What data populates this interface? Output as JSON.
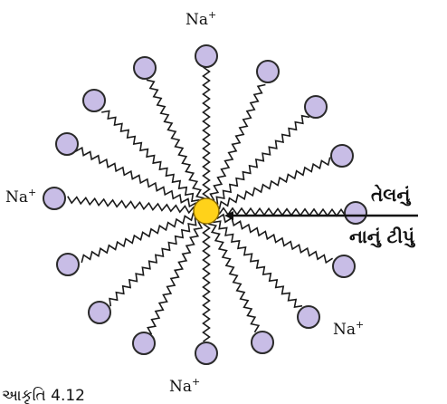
{
  "ion_label": "Na",
  "ion_charge": "+",
  "oil_label_line1": "તેલનું",
  "oil_label_line2": "નાનું ટીપું",
  "caption": "આકૃતિ 4.12",
  "colors": {
    "head_fill": "#c8bde6",
    "head_stroke": "#2a2a2a",
    "core_fill": "#ffd21a",
    "core_stroke": "#8a6a00",
    "chain": "#1a1a1a"
  }
}
